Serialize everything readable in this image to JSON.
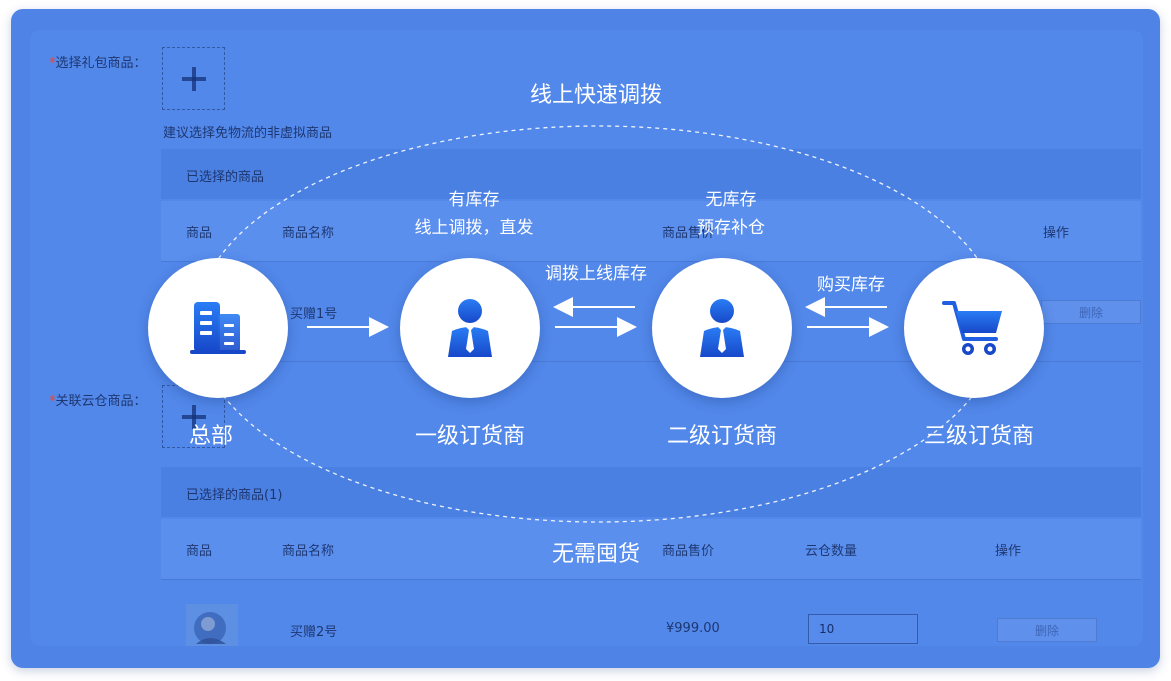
{
  "form": {
    "gift_label_mark": "*",
    "gift_label": "选择礼包商品：",
    "gift_hint": "建议选择免物流的非虚拟商品",
    "selected_title_1": "已选择的商品",
    "table1_headers": [
      "商品",
      "商品名称",
      "商品售价",
      "操作"
    ],
    "row1_name": "买赠1号",
    "row1_delete": "删除",
    "cloud_label_mark": "*",
    "cloud_label": "关联云仓商品：",
    "selected_title_2": "已选择的商品(1)",
    "table2_headers": [
      "商品",
      "商品名称",
      "商品售价",
      "云仓数量",
      "操作"
    ],
    "row2_name": "买赠2号",
    "row2_price": "¥999.00",
    "row2_qty": "10",
    "row2_delete": "删除"
  },
  "diagram": {
    "title": "线上快速调拨",
    "bottom_caption": "无需囤货",
    "nodes": [
      {
        "label": "总部",
        "icon": "building-icon"
      },
      {
        "label": "一级订货商",
        "icon": "person-icon"
      },
      {
        "label": "二级订货商",
        "icon": "person-icon"
      },
      {
        "label": "三级订货商",
        "icon": "cart-icon"
      }
    ],
    "node1_note_line1": "有库存",
    "node1_note_line2": "线上调拨，直发",
    "node2_note_line1": "无库存",
    "node2_note_line2": "预存补仓",
    "edge_12_label": "",
    "edge_23_label": "调拨上线库存",
    "edge_34_label": "购买库存"
  },
  "colors": {
    "card": "#4f83e6",
    "icon_gradient_start": "#1e6ff0",
    "icon_gradient_end": "#1a4fd0"
  }
}
